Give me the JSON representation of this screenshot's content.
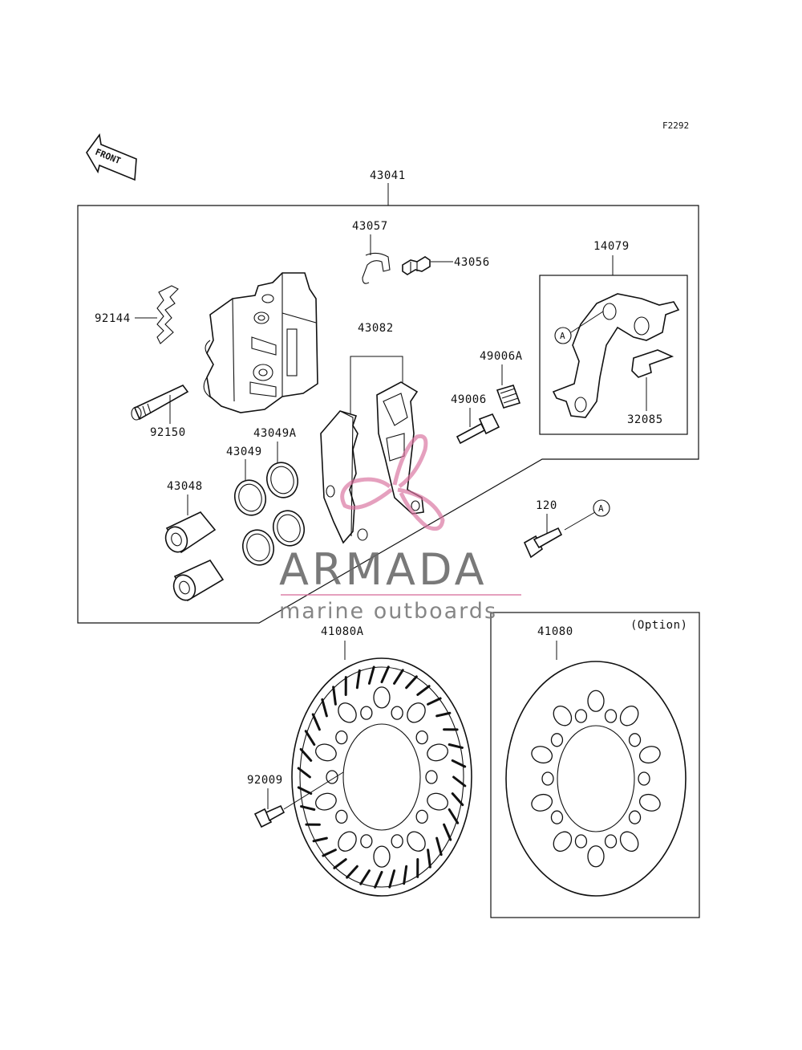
{
  "diagram_code": "F2292",
  "front_arrow_label": "FRONT",
  "option_label": "(Option)",
  "callout_letter": "A",
  "labels": {
    "assembly": "43041",
    "hose_clip": "43057",
    "bleed_valve": "43056",
    "spring": "92144",
    "pin": "92150",
    "pads": "43082",
    "bracket": "14079",
    "boot_a": "49006A",
    "pin_b": "49006",
    "plate": "32085",
    "seal_a": "43049A",
    "seal": "43049",
    "piston": "43048",
    "bolt": "120",
    "disc_a": "41080A",
    "disc": "41080",
    "disc_bolt": "92009"
  },
  "watermark": {
    "brand": "ARMADA",
    "tagline": "marine outboards",
    "brand_color": "#6b6b6b",
    "accent_color": "#d9739f"
  }
}
